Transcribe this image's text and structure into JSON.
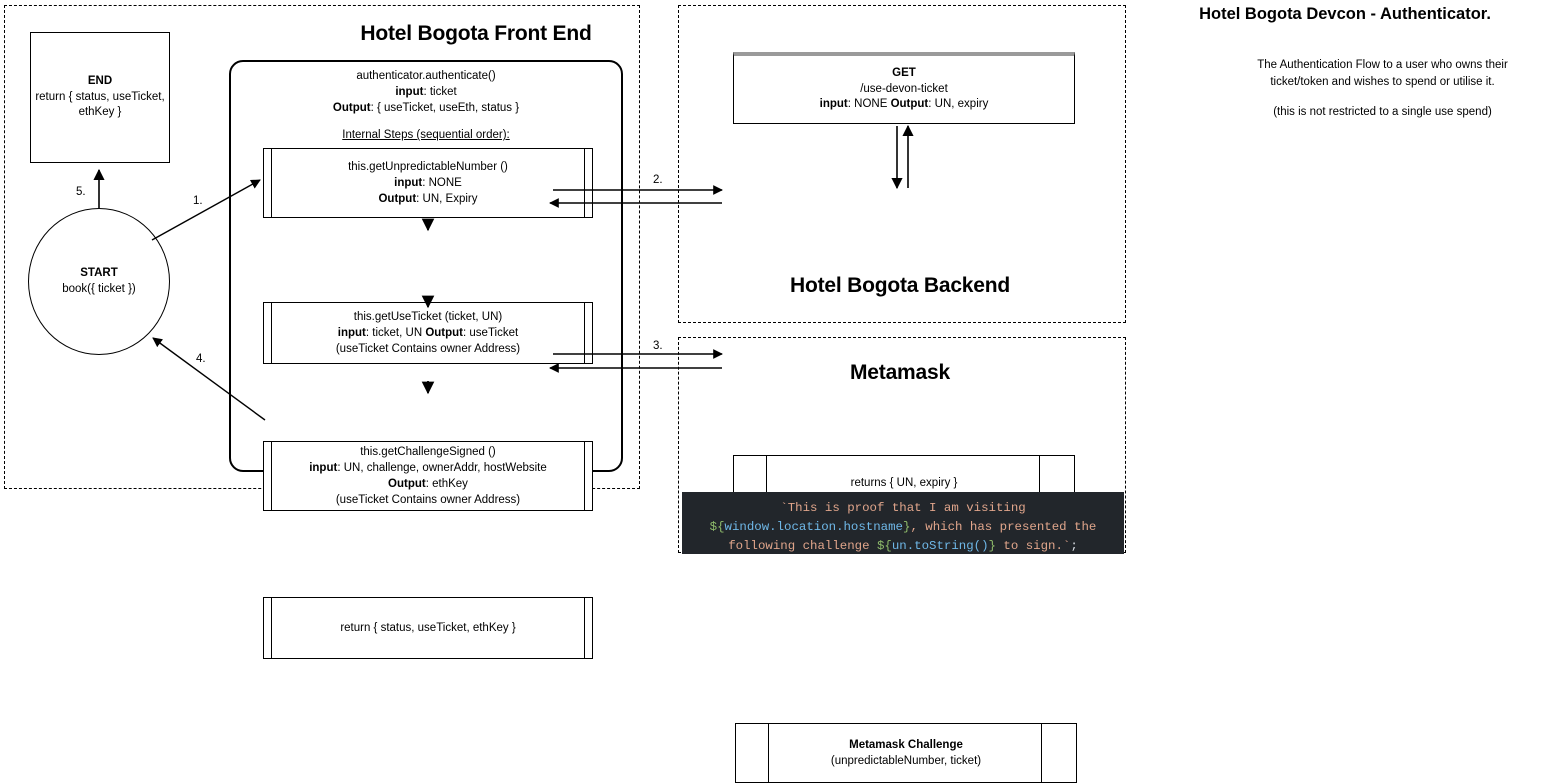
{
  "title": "Hotel Bogota Devcon - Authenticator.",
  "info": {
    "line1": "The Authentication Flow to a user who owns their",
    "line2": "ticket/token and wishes to spend or utilise it.",
    "line3": "(this is not restricted to a single use spend)"
  },
  "lanes": {
    "frontend_title": "Hotel Bogota Front End",
    "backend_title": "Hotel Bogota Backend",
    "metamask_title": "Metamask"
  },
  "end_node": {
    "title": "END",
    "line1": "return { status, useTicket,",
    "line2": "ethKey }"
  },
  "start_node": {
    "title": "START",
    "line1": "book({ ticket })"
  },
  "authenticate": {
    "signature": "authenticator.authenticate()",
    "input_label": "input",
    "input_value": ": ticket",
    "output_label": "Output",
    "output_value": ": { useTicket, useEth, status }",
    "internal_steps": "Internal Steps (sequential order):"
  },
  "steps": [
    {
      "name": "step-get-unpredictable-number",
      "signature": "this.getUnpredictableNumber ()",
      "input_label": "input",
      "input_value": ": NONE",
      "output_label": "Output",
      "output_value": ": UN, Expiry",
      "note": ""
    },
    {
      "name": "step-get-use-ticket",
      "signature": "this.getUseTicket (ticket, UN)",
      "input_label": "input",
      "input_value": ": ticket, UN ",
      "output_label": "Output",
      "output_value": ": useTicket",
      "note": "(useTicket Contains owner Address)"
    },
    {
      "name": "step-get-challenge-signed",
      "signature": "this.getChallengeSigned ()",
      "input_label": "input",
      "input_value": ": UN, challenge, ownerAddr, hostWebsite",
      "output_label": "Output",
      "output_value": ": ethKey",
      "note": "(useTicket Contains owner Address)"
    }
  ],
  "return_node": {
    "text": "return { status, useTicket, ethKey }"
  },
  "backend": {
    "get_method": "GET",
    "get_path": "/use-devon-ticket",
    "get_input_label": "input",
    "get_input_value": ": NONE ",
    "get_output_label": "Output",
    "get_output_value": ": UN, expiry",
    "returns_text": "returns { UN, expiry }"
  },
  "metamask": {
    "challenge_title": "Metamask Challenge",
    "challenge_sub": "(unpredictableNumber, ticket)"
  },
  "code": {
    "seg1": "`This is proof that I am visiting\n",
    "seg2": "${",
    "seg3": "window.location.hostname",
    "seg4": "}",
    "seg5": ", which has presented the\nfollowing challenge ",
    "seg6": "${",
    "seg7": "un.toString()",
    "seg8": "}",
    "seg9": " to sign.`",
    "seg10": ";"
  },
  "step_labels": {
    "s1": "1.",
    "s2": "2.",
    "s3": "3.",
    "s4": "4.",
    "s5": "5."
  },
  "colors": {
    "code_bg": "#22262b",
    "code_string": "#e0a58b",
    "code_green": "#8fbc6b",
    "code_blue": "#6fb8e8",
    "gray_bar": "#9a9a9a"
  }
}
